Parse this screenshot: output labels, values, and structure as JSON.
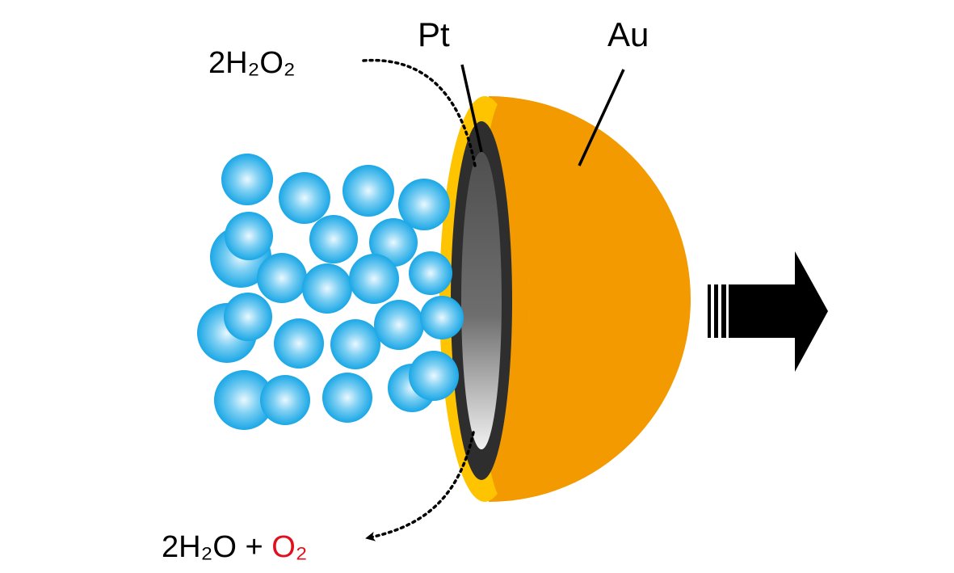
{
  "labels": {
    "pt": "Pt",
    "au": "Au",
    "reactant": "2H₂O₂",
    "product_water": "2H₂O",
    "product_plus": " + ",
    "product_oxygen": "O₂"
  },
  "colors": {
    "bubble": "#1aa7e6",
    "bubble_highlight": "#e9f7ff",
    "au_body": "#f29a00",
    "au_rim": "#ffc400",
    "pt_dark": "#2e2e2e",
    "pt_gray": "#6b6b6b",
    "oxygen_text": "#e0101e",
    "arrow": "#000000"
  },
  "icons": {
    "motion_arrow": "right-arrow-icon",
    "reaction_path": "dotted-curved-arrow-icon"
  }
}
